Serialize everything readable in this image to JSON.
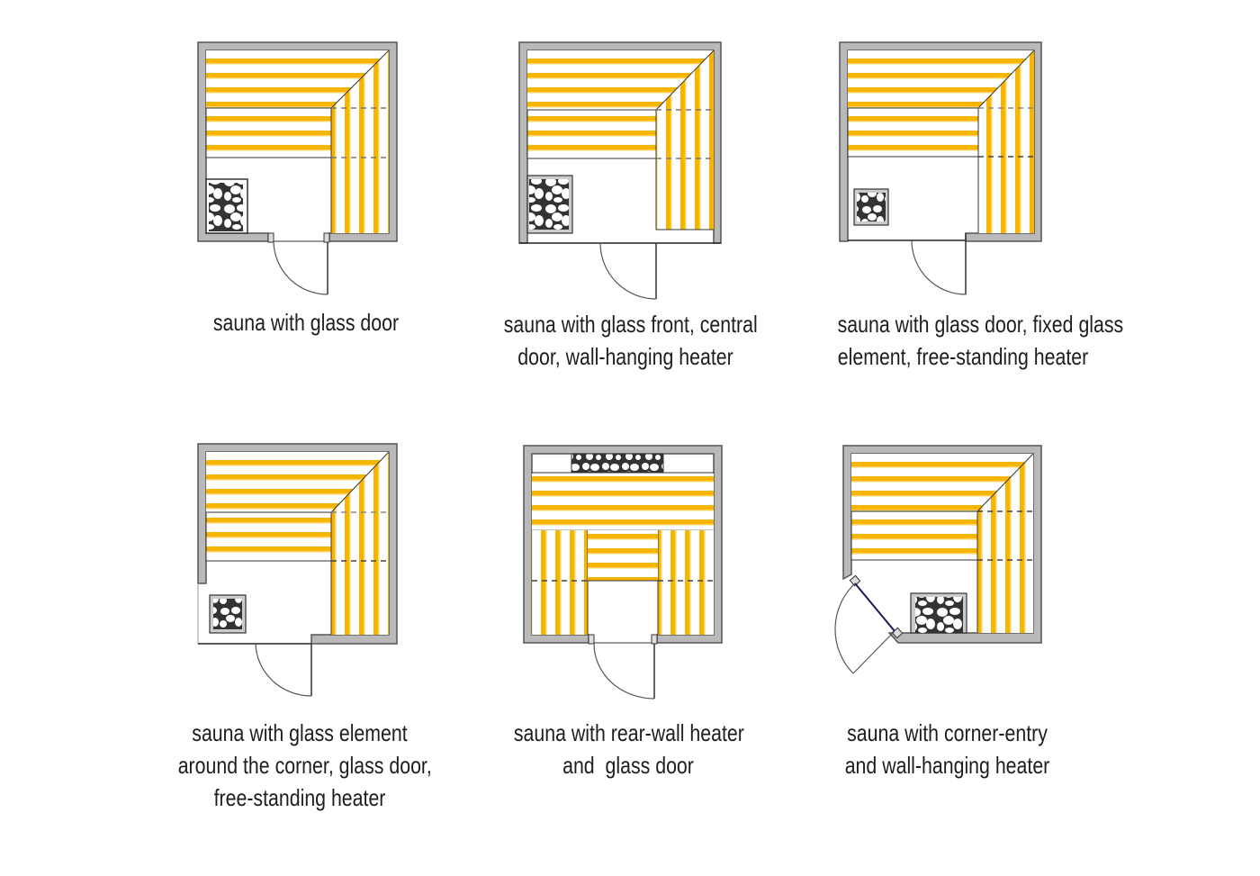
{
  "colors": {
    "wall_fill": "#b9b9b9",
    "wall_stroke": "#555555",
    "bench_stripe": "#f7b500",
    "bench_stripe_light": "#fbd566",
    "line": "#333333",
    "glass_door": "#1a1a5a",
    "background": "#ffffff",
    "text": "#1e1e1e"
  },
  "plans": [
    {
      "id": "plan-1",
      "caption_lines": [
        "sauna with glass door"
      ],
      "heater": "free-standing heater, left corner",
      "door": "central glass door"
    },
    {
      "id": "plan-2",
      "caption_lines": [
        "sauna with glass front, central",
        "door, wall-hanging heater"
      ],
      "heater": "wall-hanging heater, left",
      "door": "central door in glass front"
    },
    {
      "id": "plan-3",
      "caption_lines": [
        "sauna with glass door, fixed glass",
        "element, free-standing heater"
      ],
      "heater": "free-standing heater, left",
      "door": "glass door with fixed glass element"
    },
    {
      "id": "plan-4",
      "caption_lines": [
        "sauna with glass element",
        "around the corner, glass door,",
        "free-standing heater"
      ],
      "heater": "free-standing heater, left",
      "door": "glass door with corner glass element"
    },
    {
      "id": "plan-5",
      "caption_lines": [
        "sauna with rear-wall heater",
        "and  glass door"
      ],
      "heater": "rear-wall heater",
      "door": "central glass door"
    },
    {
      "id": "plan-6",
      "caption_lines": [
        "sauna with corner-entry",
        "and wall-hanging heater"
      ],
      "heater": "wall-hanging heater, front",
      "door": "corner entry door"
    }
  ]
}
